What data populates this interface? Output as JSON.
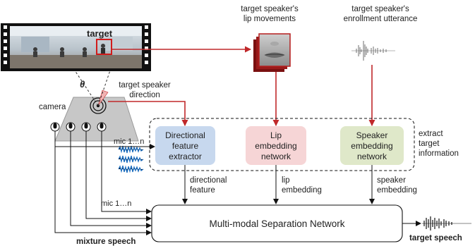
{
  "colors": {
    "red_arrow": "#c0282a",
    "directional_box": "#c7d8ee",
    "lip_box": "#f6d5d6",
    "speaker_box": "#dfe8c9",
    "waveform_blue": "#1e6fc0",
    "camera_body": "#c7c7c7"
  },
  "labels": {
    "target_badge": "target",
    "theta": "θ",
    "lip_title_1": "target speaker's",
    "lip_title_2": "lip movements",
    "enroll_title_1": "target speaker's",
    "enroll_title_2": "enrollment utterance",
    "direction_1": "target speaker",
    "direction_2": "direction",
    "camera": "camera",
    "mic_top": "mic 1…n",
    "mic_bottom": "mic 1…n",
    "extract_1": "extract",
    "extract_2": "target",
    "extract_3": "information",
    "mixture_speech": "mixture speech",
    "target_speech": "target speech"
  },
  "modules": {
    "directional": [
      "Directional",
      "feature",
      "extractor"
    ],
    "lip": [
      "Lip",
      "embedding",
      "network"
    ],
    "speaker": [
      "Speaker",
      "embedding",
      "network"
    ],
    "separation": "Multi-modal Separation Network"
  },
  "outputs": {
    "directional": [
      "directional",
      "feature"
    ],
    "lip": [
      "lip",
      "embedding"
    ],
    "speaker": [
      "speaker",
      "embedding"
    ]
  },
  "icons": {
    "camera": "camera-icon",
    "microphone": "microphone-icon",
    "film": "film-strip-icon",
    "face": "lip-image-icon",
    "waveform": "waveform-icon"
  }
}
